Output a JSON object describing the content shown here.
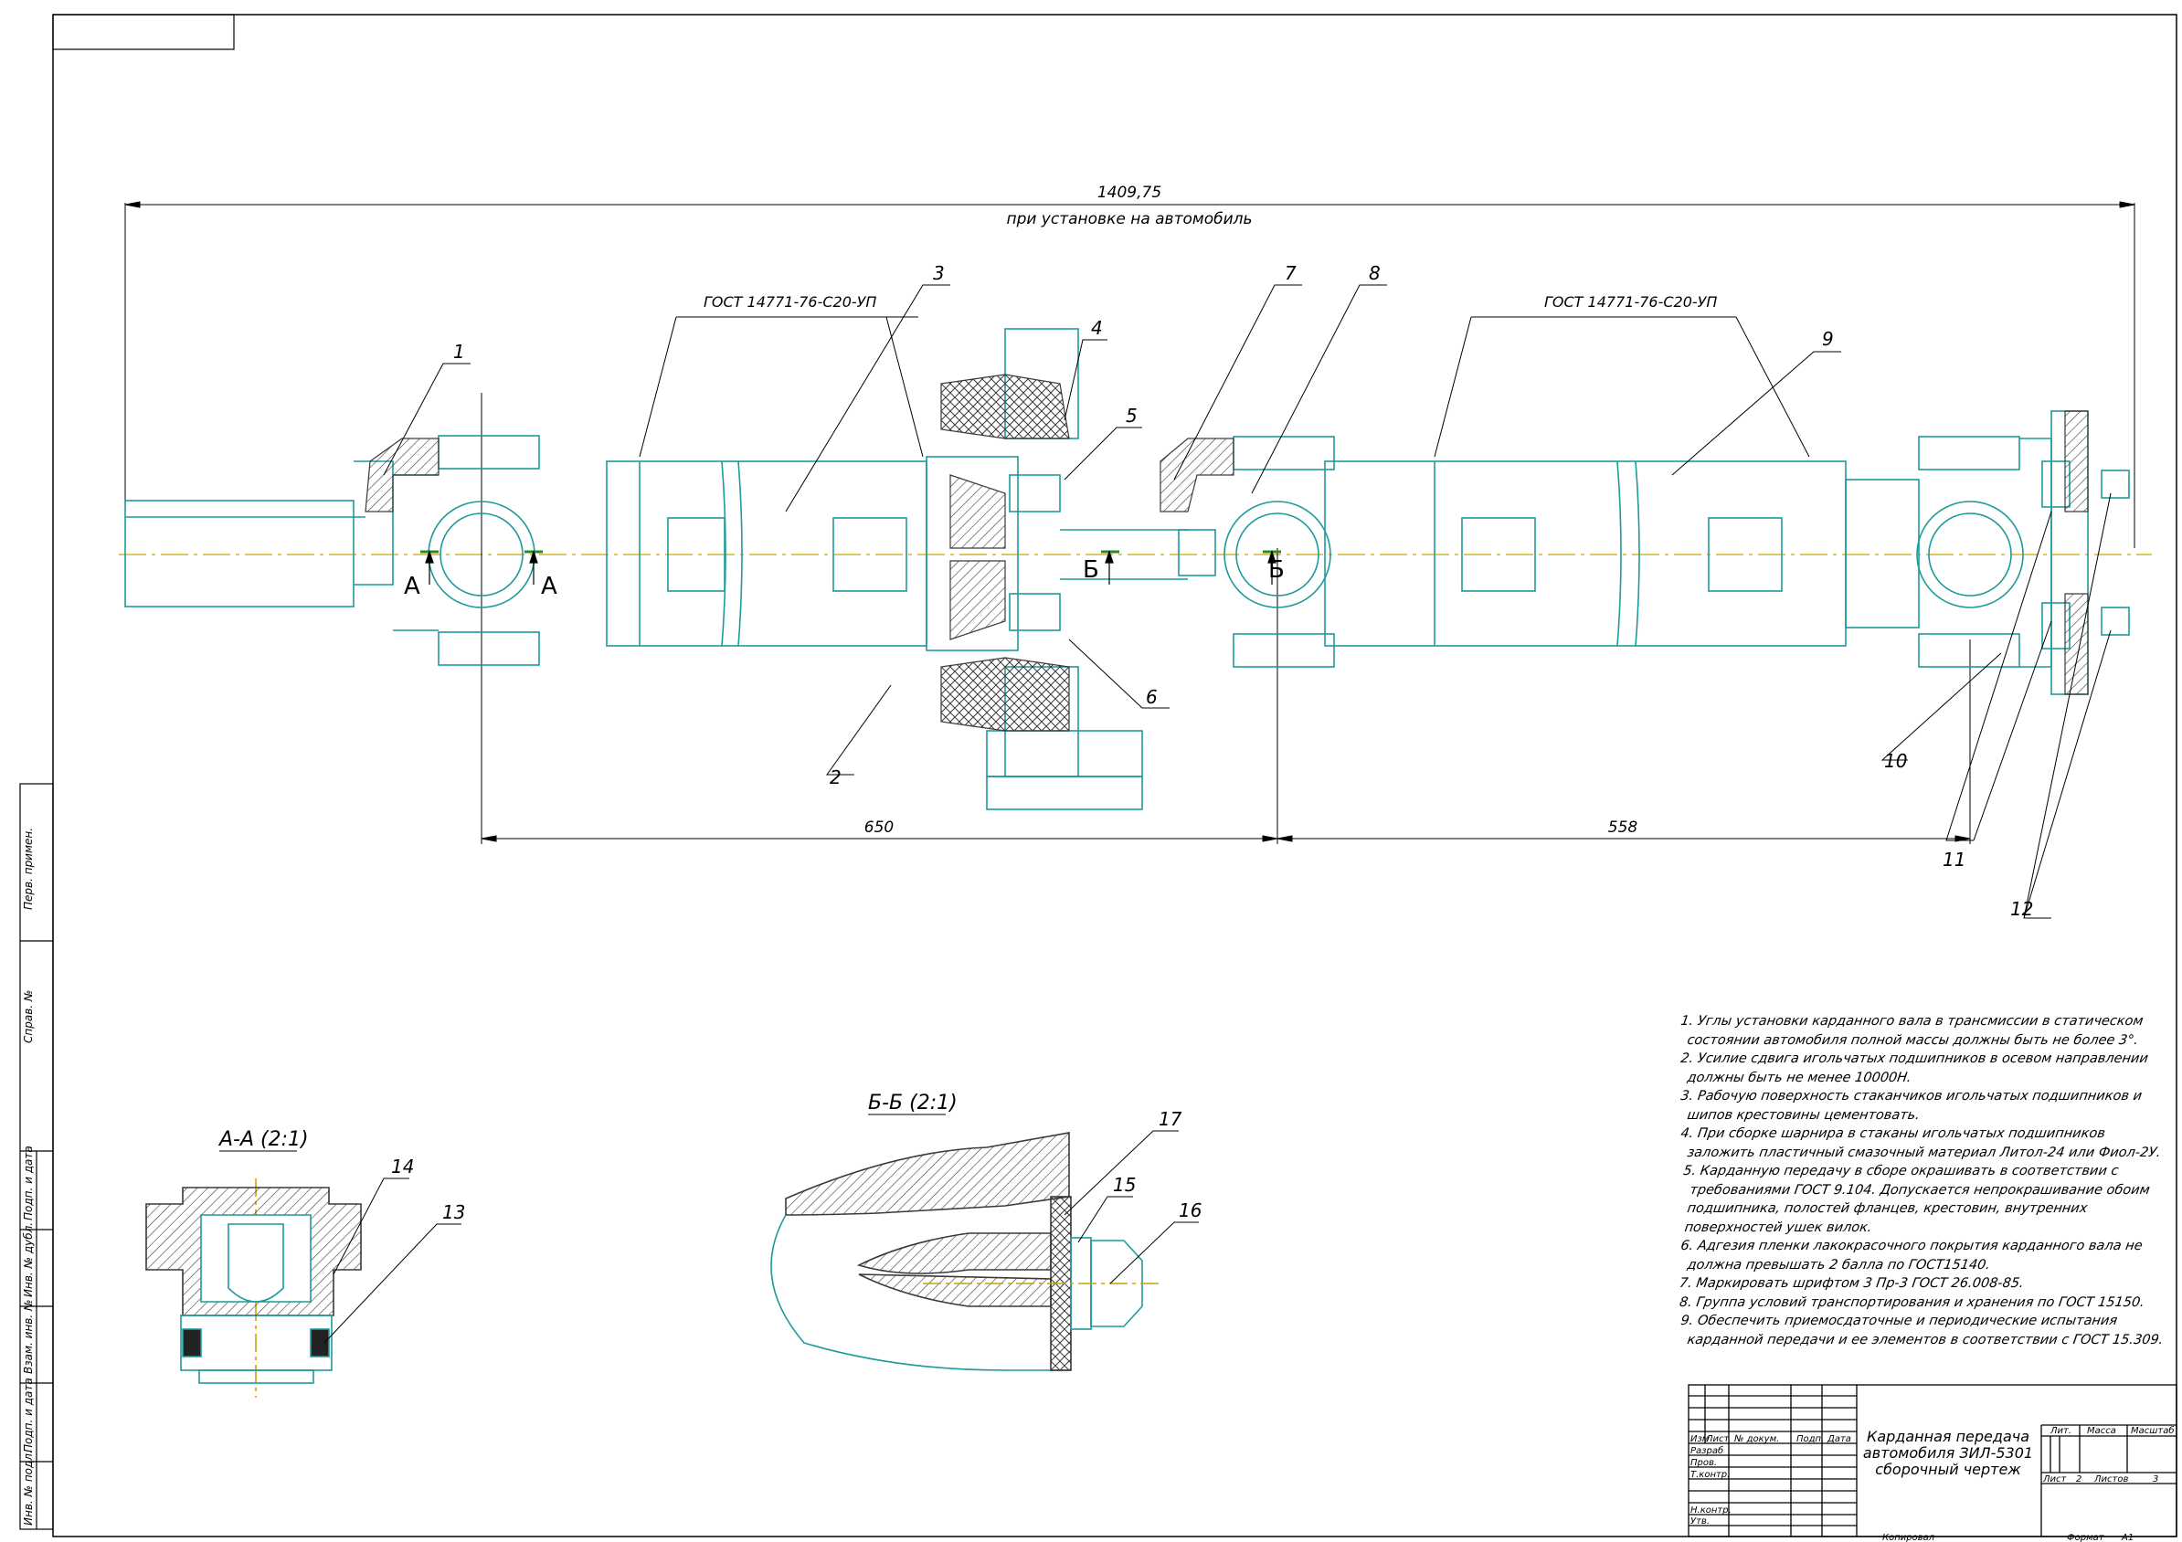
{
  "overall_dimension": "1409,75",
  "overall_dimension_note": "при установке на автомобиль",
  "dimension_left": "650",
  "dimension_right": "558",
  "gost_left": "ГОСТ 14771-76-С20-УП",
  "gost_right": "ГОСТ 14771-76-С20-УП",
  "section_mark_a": "А",
  "section_mark_b": "Б",
  "callouts": [
    "1",
    "2",
    "3",
    "4",
    "5",
    "6",
    "7",
    "8",
    "9",
    "10",
    "11",
    "12",
    "13",
    "14",
    "15",
    "16",
    "17"
  ],
  "view_aa_title": "А-А (2:1)",
  "view_bb_title": "Б-Б (2:1)",
  "notes": [
    "1. Углы установки карданного вала в трансмиссии в статическом состоянии автомобиля полной массы должны быть не более 3°.",
    "2. Усилие сдвига игольчатых подшипников в осевом направлении должны быть не менее 10000Н.",
    "3. Рабочую поверхность стаканчиков игольчатых подшипников и шипов крестовины цементовать.",
    "4. При сборке шарнира в стаканы игольчатых подшипников заложить пластичный смазочный материал Литол-24 или Фиол-2У.",
    "5. Карданную передачу в сборе окрашивать в соответствии с требованиями ГОСТ 9.104. Допускается непрокрашивание обоим подшипника, полостей фланцев, крестовин, внутренних поверхностей ушек вилок.",
    "6. Адгезия пленки лакокрасочного покрытия карданного вала не должна превышать 2 балла по ГОСТ15140.",
    "7. Маркировать шрифтом 3 Пр-3 ГОСТ 26.008-85.",
    "8. Группа условий транспортирования и хранения по ГОСТ 15150.",
    "9. Обеспечить приемосдаточные  и периодические испытания карданной передачи и ее элементов в соответствии с ГОСТ 15.309."
  ],
  "title_block": {
    "name_line1": "Карданная передача",
    "name_line2": "автомобиля ЗИЛ-5301",
    "name_line3": "сборочный чертеж",
    "col_izm": "Изм",
    "col_list": "Лист",
    "col_doc": "№ докум.",
    "col_sign": "Подп.",
    "col_date": "Дата",
    "row_razrab": "Разраб",
    "row_prov": "Пров.",
    "row_tkontr": "Т.контр.",
    "row_nkontr": "Н.контр.",
    "row_utv": "Утв.",
    "lit": "Лит.",
    "mass": "Масса",
    "scale": "Масштаб",
    "sheet_label": "Лист",
    "sheet_no": "2",
    "sheets_label": "Листов",
    "sheets_no": "3",
    "copied": "Копировал",
    "format_label": "Формат",
    "format": "А1"
  },
  "side_stamp": [
    "Перв. примен.",
    "Справ. №",
    "Подп. и дата",
    "Инв. № дубл.",
    "Взам. инв. №",
    "Подп. и дата",
    "Инв. № подл."
  ],
  "colors": {
    "part": "#1f9a9a",
    "frame": "#000000",
    "hatch": "#3a3a3a",
    "axis": "#c9a400",
    "section": "#2a8a2a"
  }
}
